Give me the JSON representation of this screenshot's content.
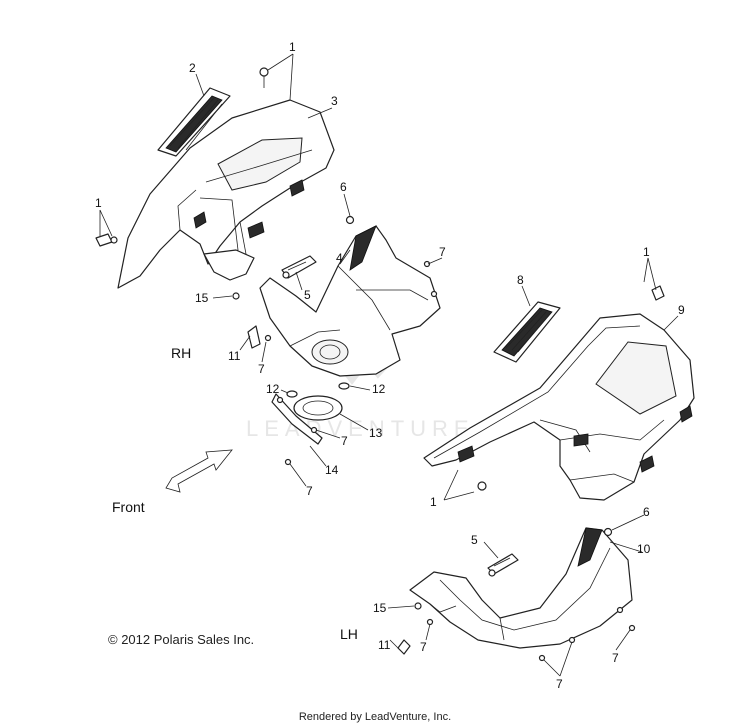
{
  "side_labels": {
    "right": "RH",
    "left": "LH"
  },
  "direction_label": "Front",
  "watermark": "LEADVENTURE",
  "copyright": "© 2012 Polaris Sales Inc.",
  "footer": "Rendered by LeadVenture, Inc.",
  "callouts": {
    "c1a": "1",
    "c1b": "1",
    "c1c": "1",
    "c1d": "1",
    "c2": "2",
    "c3": "3",
    "c4": "4",
    "c5a": "5",
    "c5b": "5",
    "c6a": "6",
    "c6b": "6",
    "c7a": "7",
    "c7b": "7",
    "c7c": "7",
    "c7d": "7",
    "c7e": "7",
    "c7f": "7",
    "c7g": "7",
    "c8": "8",
    "c9": "9",
    "c10": "10",
    "c11a": "11",
    "c11b": "11",
    "c12a": "12",
    "c12b": "12",
    "c13": "13",
    "c14": "14",
    "c15a": "15",
    "c15b": "15"
  }
}
